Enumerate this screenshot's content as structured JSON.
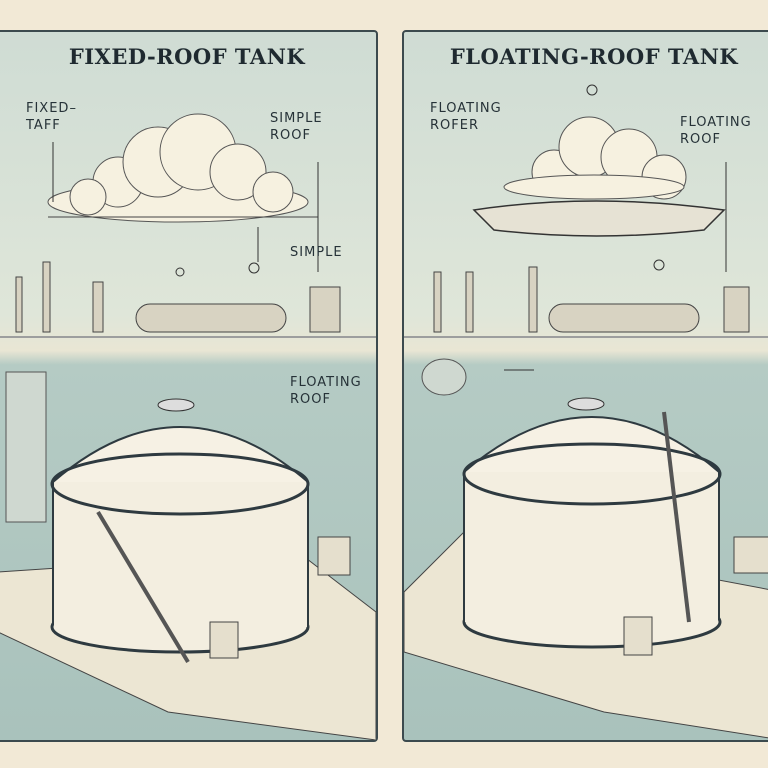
{
  "left_panel": {
    "title": "FIXED-ROOF TANK",
    "labels": {
      "top_left": "FIXED–\nTAFF",
      "top_right": "SIMPLE\nROOF",
      "middle": "SIMPLE",
      "lower_right": "FLOATING\nROOF"
    }
  },
  "right_panel": {
    "title": "FLOATING-ROOF TANK",
    "labels": {
      "top_left": "FLOATING\nROFER",
      "top_right": "FLOATING\nROOF"
    }
  },
  "colors": {
    "background": "#f2e9d6",
    "water": "#a9c2bc",
    "sky": "#cfdcd4",
    "tank": "#f3eee0",
    "outline": "#2e3a40"
  }
}
